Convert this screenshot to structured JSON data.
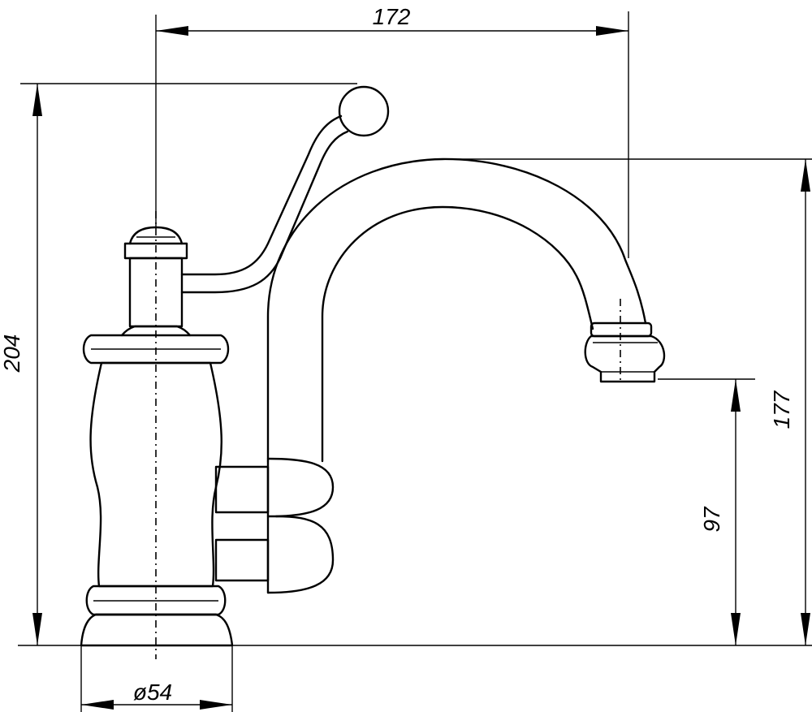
{
  "drawing": {
    "dimensions": {
      "spout_reach": "172",
      "total_height": "204",
      "spout_top_height": "177",
      "outlet_height": "97",
      "base_diameter": "ø54"
    }
  }
}
